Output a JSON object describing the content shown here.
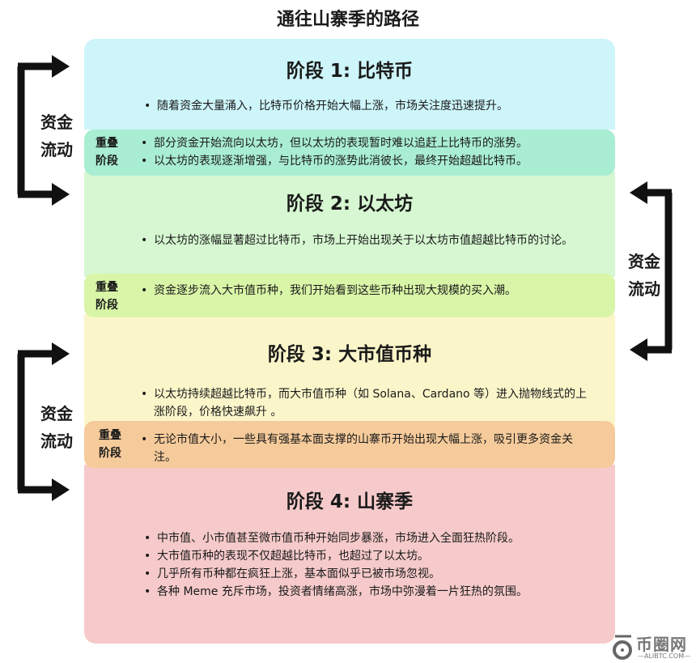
{
  "title": "通往山寨季的路径",
  "flow_label": [
    "资金",
    "流动"
  ],
  "overlap_label": [
    "重叠",
    "阶段"
  ],
  "stages": [
    {
      "heading": "阶段 1: 比特币",
      "bullets": [
        "随着资金大量涌入，比特币价格开始大幅上涨，市场关注度迅速提升。"
      ],
      "color": "#cdf5fa"
    },
    {
      "heading": "阶段 2: 以太坊",
      "bullets": [
        "以太坊的涨幅显著超过比特币，市场上开始出现关于以太坊市值超越比特币的讨论。"
      ],
      "color": "#d6f7d1"
    },
    {
      "heading": "阶段 3: 大市值币种",
      "bullets": [
        "以太坊持续超越比特币，而大市值币种（如 Solana、Cardano 等）进入抛物线式的上涨阶段，价格快速飙升 。"
      ],
      "color": "#fbf6ca"
    },
    {
      "heading": "阶段 4: 山寨季",
      "bullets": [
        "中市值、小市值甚至微市值币种开始同步暴涨，市场进入全面狂热阶段。",
        "大市值币种的表现不仅超越比特币，也超过了以太坊。",
        "几乎所有币种都在疯狂上涨，基本面似乎已被市场忽视。",
        "各种 Meme 充斥市场，投资者情绪高涨，市场中弥漫着一片狂热的氛围。"
      ],
      "color": "#f6caca"
    }
  ],
  "overlaps": [
    {
      "bullets": [
        "部分资金开始流向以太坊，但以太坊的表现暂时难以追赶上比特币的涨势。",
        "以太坊的表现逐渐增强，与比特币的涨势此消彼长，最终开始超越比特币。"
      ],
      "color": "#a9edd2"
    },
    {
      "bullets": [
        "资金逐步流入大市值币种，我们开始看到这些币种出现大规模的买入潮。"
      ],
      "color": "#d9f5a8"
    },
    {
      "bullets": [
        "无论市值大小，一些具有强基本面支撑的山寨币开始出现大幅上涨，吸引更多资金关注。"
      ],
      "color": "#f6cb9b"
    }
  ],
  "logo": {
    "name": "币圈网",
    "sub": "ALIBTC.COM"
  }
}
